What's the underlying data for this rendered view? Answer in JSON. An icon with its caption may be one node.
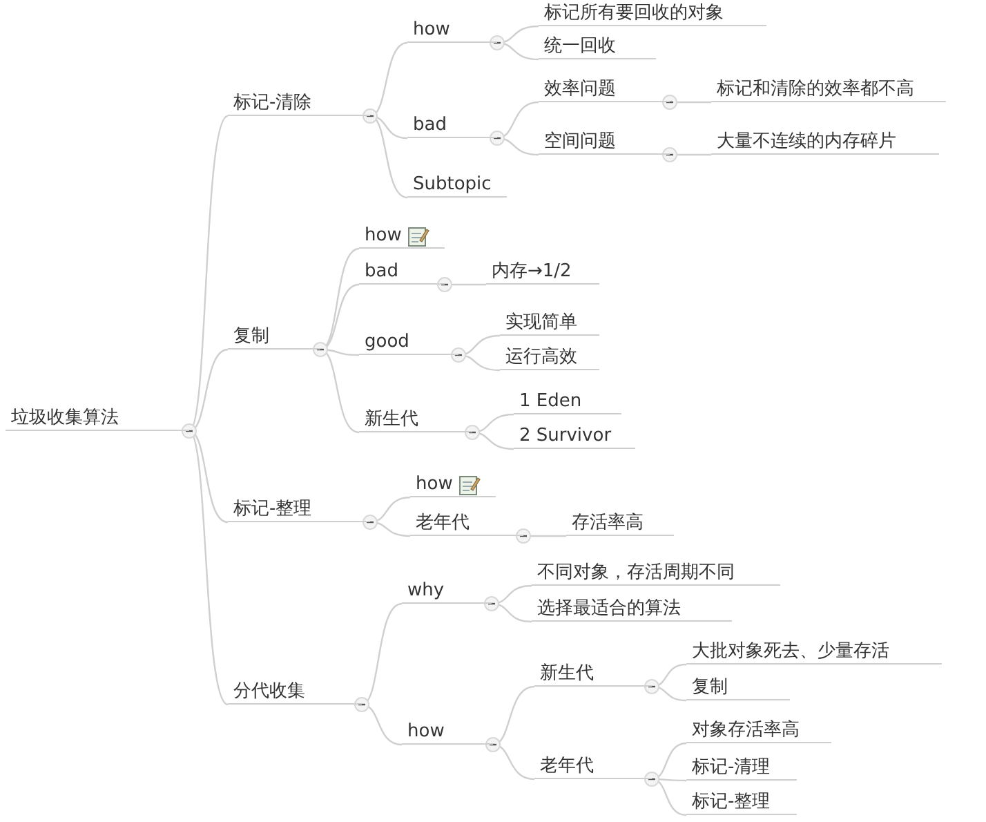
{
  "diagram": {
    "nodes": [
      {
        "text": [
          "垃圾收集算法"
        ]
      },
      {
        "text": [
          "标记-清除"
        ]
      },
      {
        "text": [
          "how"
        ]
      },
      {
        "text": [
          "标记所有要回收的对象"
        ]
      },
      {
        "text": [
          "统一回收"
        ]
      },
      {
        "text": [
          "bad"
        ]
      },
      {
        "text": [
          "效率问题"
        ]
      },
      {
        "text": [
          "标记和清除的效率都不高"
        ]
      },
      {
        "text": [
          "空间问题"
        ]
      },
      {
        "text": [
          "大量不连续的内存碎片"
        ]
      },
      {
        "text": [
          "Subtopic"
        ]
      },
      {
        "text": [
          "复制"
        ]
      },
      {
        "text": [
          "how"
        ]
      },
      {
        "text": [
          "bad"
        ]
      },
      {
        "text": [
          "内存→1/2"
        ]
      },
      {
        "text": [
          "good"
        ]
      },
      {
        "text": [
          "实现简单"
        ]
      },
      {
        "text": [
          "运行高效"
        ]
      },
      {
        "text": [
          "新生代"
        ]
      },
      {
        "text": [
          "1 Eden"
        ]
      },
      {
        "text": [
          "2 Survivor"
        ]
      },
      {
        "text": [
          "标记-整理"
        ]
      },
      {
        "text": [
          "how"
        ]
      },
      {
        "text": [
          "老年代"
        ]
      },
      {
        "text": [
          "存活率高"
        ]
      },
      {
        "text": [
          "分代收集"
        ]
      },
      {
        "text": [
          "why"
        ]
      },
      {
        "text": [
          "不同对象，存活周期不同"
        ]
      },
      {
        "text": [
          "选择最适合的算法"
        ]
      },
      {
        "text": [
          "how"
        ]
      },
      {
        "text": [
          "新生代"
        ]
      },
      {
        "text": [
          "大批对象死去、少量存活"
        ]
      },
      {
        "text": [
          "复制"
        ]
      },
      {
        "text": [
          "老年代"
        ]
      },
      {
        "text": [
          "对象存活率高"
        ]
      },
      {
        "text": [
          "标记-清理"
        ]
      },
      {
        "text": [
          "标记-整理"
        ]
      }
    ],
    "edges": [
      {
        "from": 0,
        "to": 1,
        "arrow": "none"
      },
      {
        "from": 0,
        "to": 11,
        "arrow": "none"
      },
      {
        "from": 0,
        "to": 21,
        "arrow": "none"
      },
      {
        "from": 0,
        "to": 25,
        "arrow": "none"
      },
      {
        "from": 1,
        "to": 2,
        "arrow": "none"
      },
      {
        "from": 2,
        "to": 3,
        "arrow": "none"
      },
      {
        "from": 2,
        "to": 4,
        "arrow": "none"
      },
      {
        "from": 1,
        "to": 5,
        "arrow": "none"
      },
      {
        "from": 5,
        "to": 6,
        "arrow": "none"
      },
      {
        "from": 6,
        "to": 7,
        "arrow": "none"
      },
      {
        "from": 5,
        "to": 8,
        "arrow": "none"
      },
      {
        "from": 8,
        "to": 9,
        "arrow": "none"
      },
      {
        "from": 1,
        "to": 10,
        "arrow": "none"
      },
      {
        "from": 11,
        "to": 12,
        "arrow": "none"
      },
      {
        "from": 11,
        "to": 13,
        "arrow": "none"
      },
      {
        "from": 13,
        "to": 14,
        "arrow": "none"
      },
      {
        "from": 11,
        "to": 15,
        "arrow": "none"
      },
      {
        "from": 15,
        "to": 16,
        "arrow": "none"
      },
      {
        "from": 15,
        "to": 17,
        "arrow": "none"
      },
      {
        "from": 11,
        "to": 18,
        "arrow": "none"
      },
      {
        "from": 18,
        "to": 19,
        "arrow": "none"
      },
      {
        "from": 18,
        "to": 20,
        "arrow": "none"
      },
      {
        "from": 21,
        "to": 22,
        "arrow": "none"
      },
      {
        "from": 21,
        "to": 23,
        "arrow": "none"
      },
      {
        "from": 23,
        "to": 24,
        "arrow": "none"
      },
      {
        "from": 25,
        "to": 26,
        "arrow": "none"
      },
      {
        "from": 26,
        "to": 27,
        "arrow": "none"
      },
      {
        "from": 26,
        "to": 28,
        "arrow": "none"
      },
      {
        "from": 25,
        "to": 29,
        "arrow": "none"
      },
      {
        "from": 29,
        "to": 30,
        "arrow": "none"
      },
      {
        "from": 30,
        "to": 31,
        "arrow": "none"
      },
      {
        "from": 30,
        "to": 32,
        "arrow": "none"
      },
      {
        "from": 29,
        "to": 33,
        "arrow": "none"
      },
      {
        "from": 33,
        "to": 34,
        "arrow": "none"
      },
      {
        "from": 33,
        "to": 35,
        "arrow": "none"
      },
      {
        "from": 33,
        "to": 36,
        "arrow": "none"
      }
    ]
  }
}
